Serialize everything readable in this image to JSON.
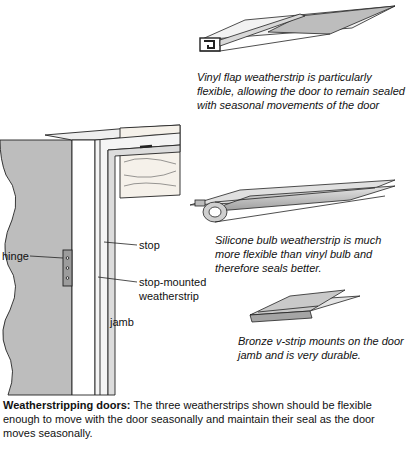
{
  "diagram": {
    "title": "Weatherstripping doors:",
    "caption": "The three weatherstrips shown should be flexible enough to move with the door seasonally and maintain their seal as the door moves seasonally.",
    "labels": [
      "Vinyl flap weatherstrip is particularly flexible, allowing the door to remain sealed with seasonal movements of the door",
      "Silicone bulb weatherstrip is much more flexible than vinyl bulb and therefore seals better.",
      "Bronze v-strip mounts on the door jamb and is very durable.",
      "hinge",
      "stop",
      "stop-mounted weatherstrip",
      "jamb"
    ]
  }
}
